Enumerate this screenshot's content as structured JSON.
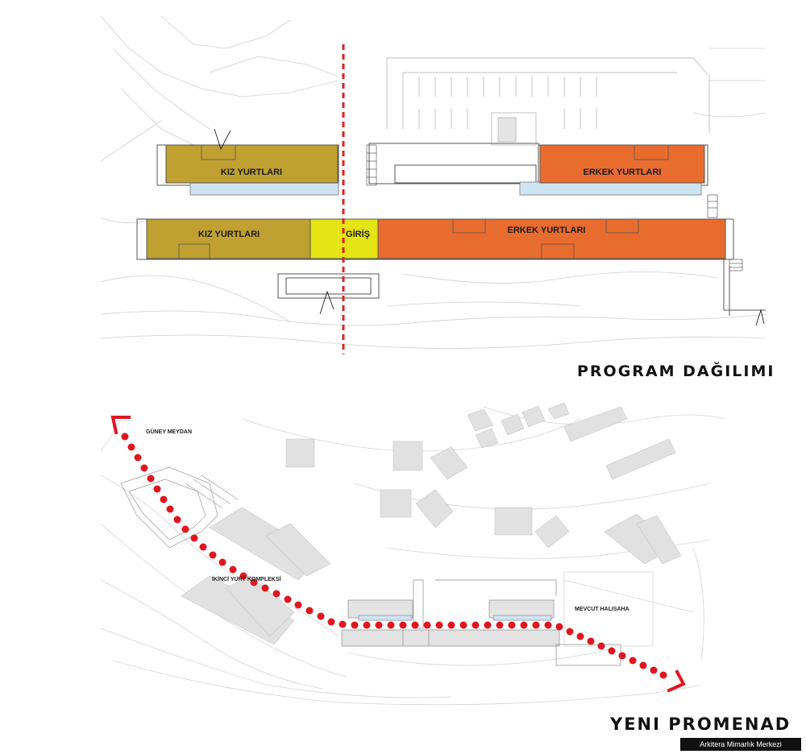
{
  "program_plan": {
    "title": "PROGRAM DAĞILIMI",
    "blocks": [
      {
        "label": "KIZ YURTLARI",
        "color": "#BFA030"
      },
      {
        "label": "ERKEK YURTLARI",
        "color": "#E96C2F"
      },
      {
        "label": "KIZ YURTLARI",
        "color": "#BFA030"
      },
      {
        "label": "GİRİŞ",
        "color": "#E5E414"
      },
      {
        "label": "ERKEK YURTLARI",
        "color": "#E96C2F"
      }
    ],
    "axis_color": "#E02020"
  },
  "site_plan": {
    "title": "YENI PROMENAD",
    "labels": {
      "south_square": "GÜNEY MEYDAN",
      "second_complex": "İKİNCİ YURT KOMPLEKSİ",
      "existing_field": "MEVCUT HALISAHA"
    },
    "path_color": "#E0161F"
  },
  "credit": "Arkitera Mimarlık Merkezi"
}
